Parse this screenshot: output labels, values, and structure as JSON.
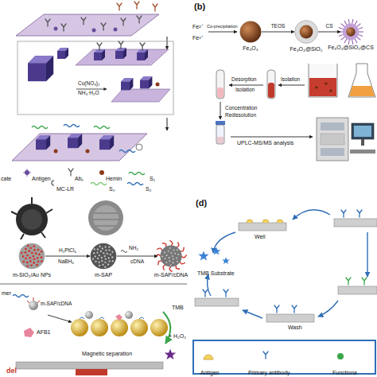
{
  "diagram": {
    "nodes": [
      {
        "text": [
          "Fe₃O₄"
        ]
      },
      {
        "text": [
          "Fe₃O₄@SiO₂"
        ]
      },
      {
        "text": [
          "Fe₃O₄@SiO₂@CS"
        ]
      },
      {
        "text": [
          "m-SiO₂/Au NPs"
        ]
      },
      {
        "text": [
          "m-SAP"
        ]
      },
      {
        "text": [
          "m-SAP/cDNA"
        ]
      }
    ],
    "edges": [
      {
        "from": 0,
        "to": 1,
        "label": "TEOS",
        "arrow": "to"
      },
      {
        "from": 1,
        "to": 2,
        "label": "CS",
        "arrow": "to"
      },
      {
        "from": 3,
        "to": 4,
        "label": "H₂PtCl₆",
        "arrow": "to"
      },
      {
        "from": 4,
        "to": 5,
        "label": "cDNA",
        "arrow": "to"
      }
    ],
    "labels": [
      "Cu(NO₃)₂",
      "NH₃·H₂O",
      "(b)",
      "Fe²⁺",
      "Fe³⁺",
      "Co-precipitation",
      "Desorption",
      "Isolation",
      "Isolation",
      "Concentration",
      "Redissolution",
      "UPLC-MS/MS analysis",
      "NaBH₄",
      "NH₂",
      "mer",
      "m-SAP/cDNA",
      "AFB1",
      "TMB",
      "+ H₂O₂",
      "Magnetic separation",
      "del",
      "(d)",
      "Well",
      "TMB Substrate",
      "Wash"
    ],
    "legend": [
      {
        "text": "cate"
      },
      {
        "text": "Antigen"
      },
      {
        "text": "Ab₁"
      },
      {
        "text": "Hemin"
      },
      {
        "text": "S₁"
      },
      {
        "text": "MC-LR"
      },
      {
        "text": "S₀"
      },
      {
        "text": "S₂"
      },
      {
        "text": "Antigen"
      },
      {
        "text": "Primary antibody"
      },
      {
        "text": "Functiona"
      }
    ]
  }
}
